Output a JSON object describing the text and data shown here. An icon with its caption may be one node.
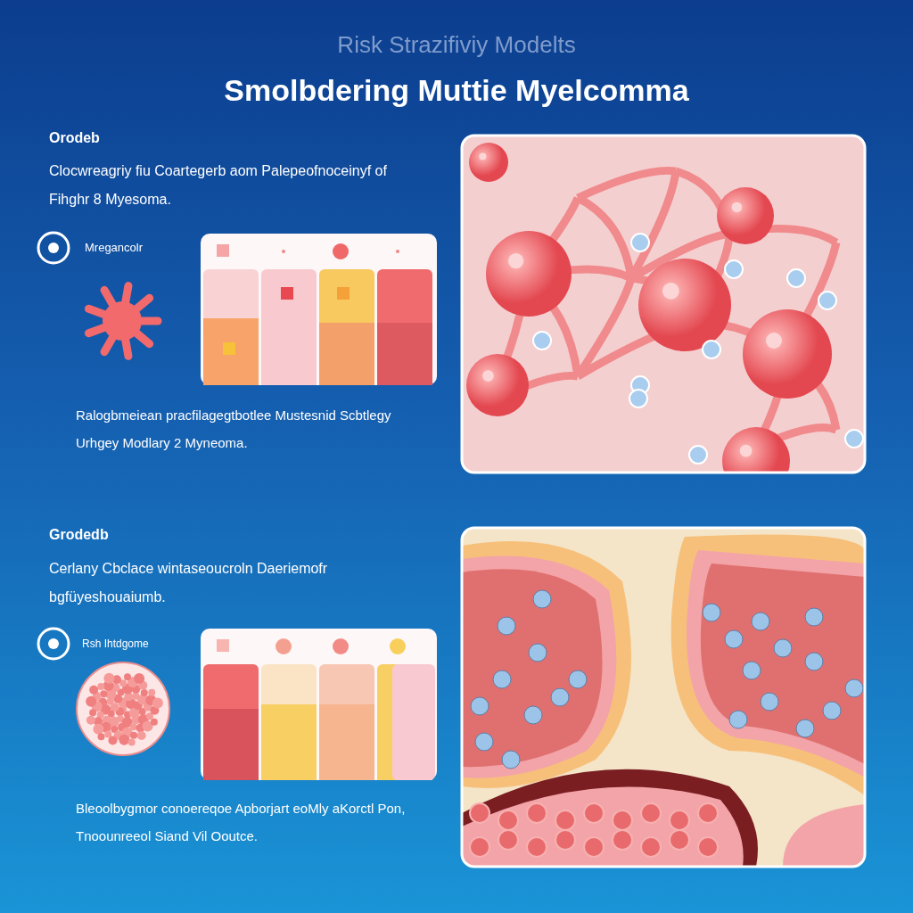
{
  "diagram": {
    "title": "Smolbdering Muttie Myelcomma",
    "labels": [
      "Risk Strazifiviy Modelts",
      "Orodeb",
      "Clocwreagriy fiu Coartegerb aom Palepeofnoceinyf of Fihghr 8 Myesoma.",
      "Mregancolr",
      "Ralogbmeiean pracfilagegtbotlee Mustesnid Scbtlegy Urhgey Modlary 2 Myneoma.",
      "Grodedb",
      "Cerlany Cbclace wintaseoucroln Daeriemofr bgfüyeshouaiumb.",
      "Rsh Ihtdgome",
      "Bleoolbygmor conoereqoe Apborjart eoMly aKorctl Pon, Tnoounreeol Siand Vil Ooutce."
    ]
  }
}
